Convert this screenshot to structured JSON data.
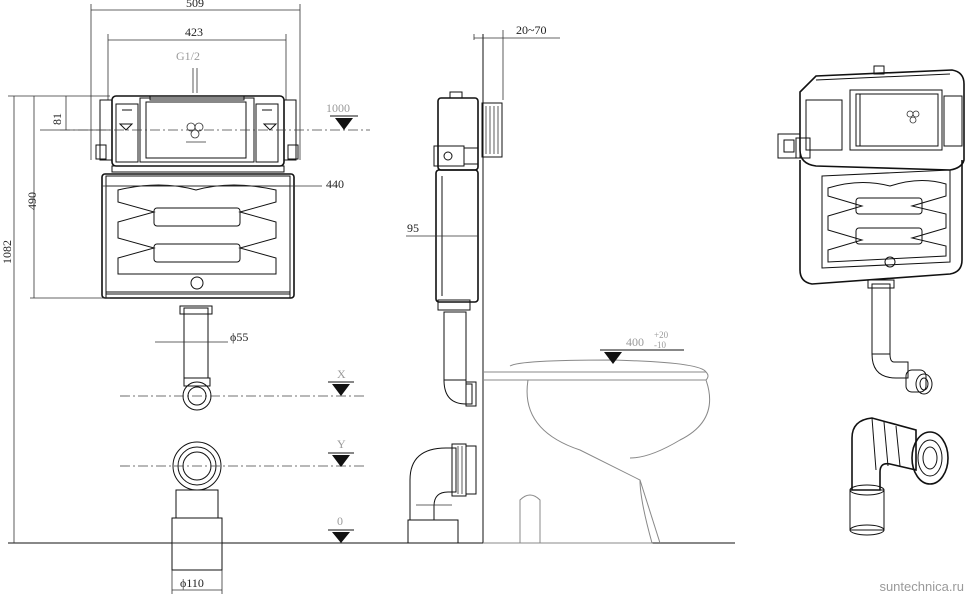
{
  "dimensions": {
    "width_509": "509",
    "width_423": "423",
    "thread": "G1/2",
    "height_81": "81",
    "height_490": "490",
    "height_1082": "1082",
    "level_1000": "1000",
    "width_440": "440",
    "pipe_55": "ϕ55",
    "pipe_110": "ϕ110",
    "depth_20_70": "20~70",
    "depth_95": "95",
    "seat_400": "400",
    "seat_tol_plus": "+20",
    "seat_tol_minus": "-10",
    "level_x": "X",
    "level_y": "Y",
    "level_0": "0"
  },
  "watermark": "suntechnica.ru"
}
